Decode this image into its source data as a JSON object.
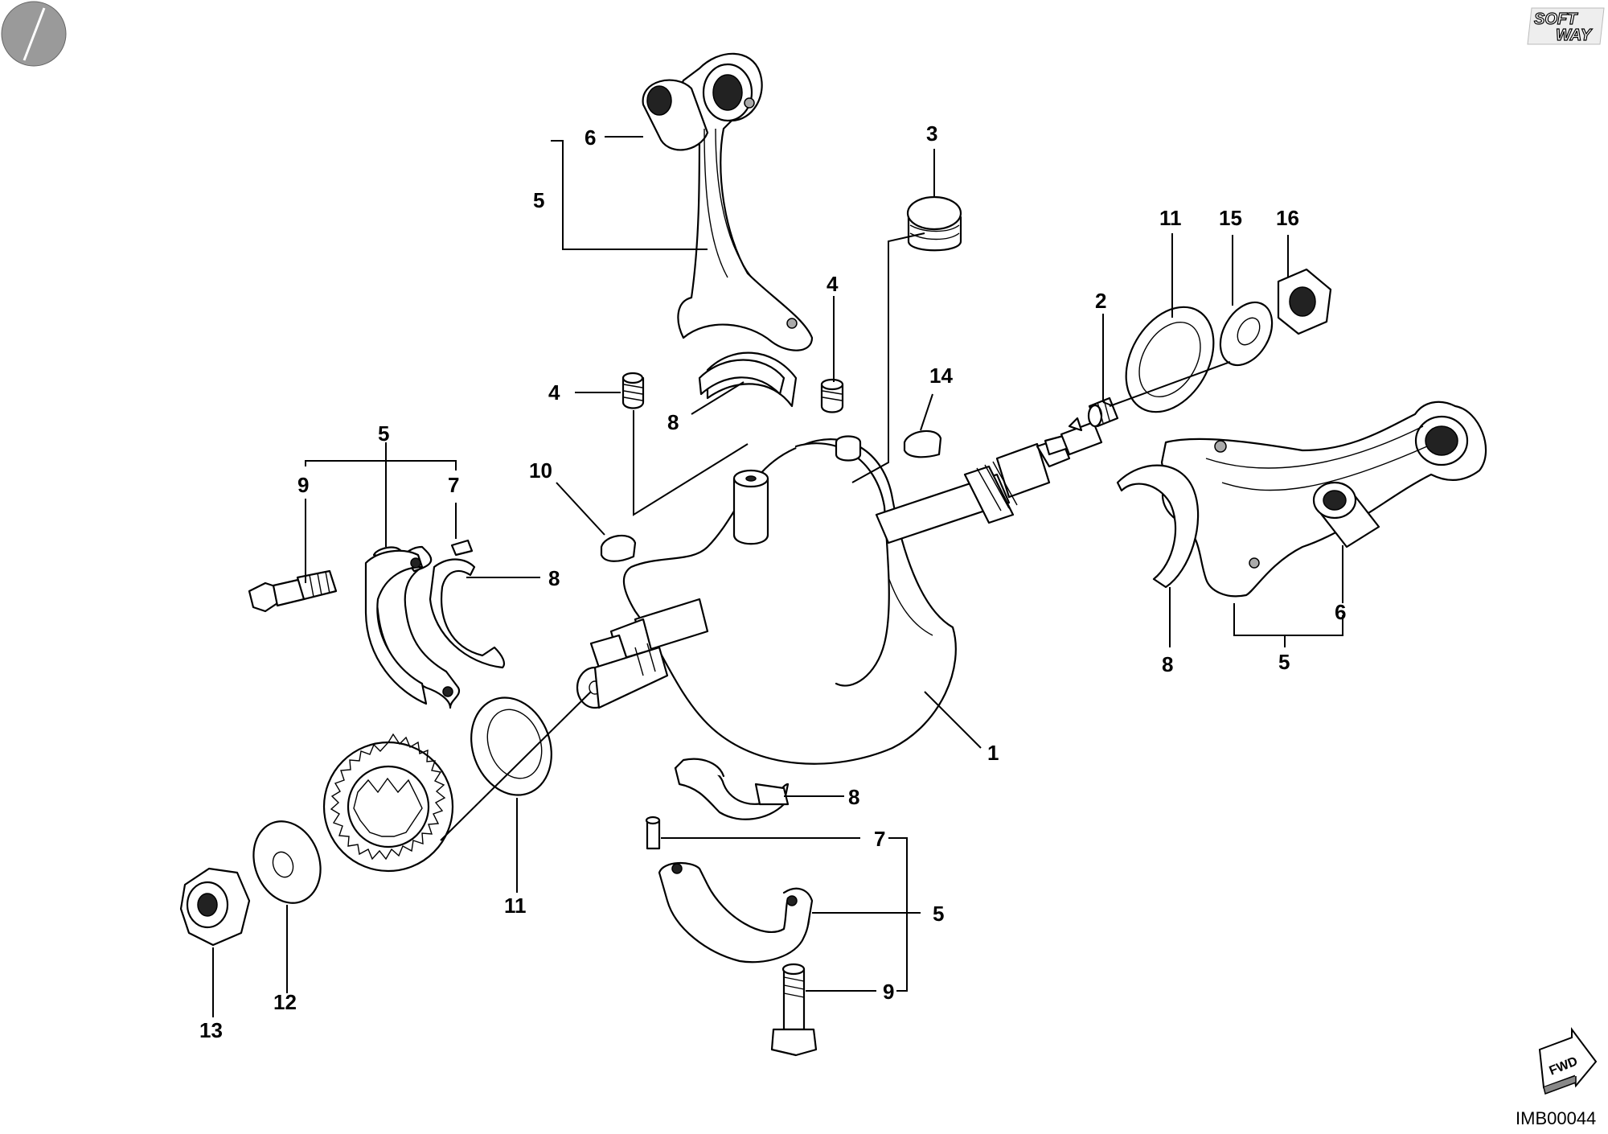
{
  "diagram": {
    "reference_code": "IMB00044",
    "fwd_label": "FWD",
    "logo": {
      "line1": "SOFT",
      "line2": "WAY"
    },
    "callouts": {
      "c1": "1",
      "c2": "2",
      "c3": "3",
      "c4a": "4",
      "c4b": "4",
      "c5a": "5",
      "c5b": "5",
      "c5c": "5",
      "c5d": "5",
      "c6a": "6",
      "c6b": "6",
      "c7a": "7",
      "c7b": "7",
      "c8a": "8",
      "c8b": "8",
      "c8c": "8",
      "c8d": "8",
      "c9a": "9",
      "c9b": "9",
      "c10": "10",
      "c11a": "11",
      "c11b": "11",
      "c12": "12",
      "c13": "13",
      "c14": "14",
      "c15": "15",
      "c16": "16"
    }
  }
}
